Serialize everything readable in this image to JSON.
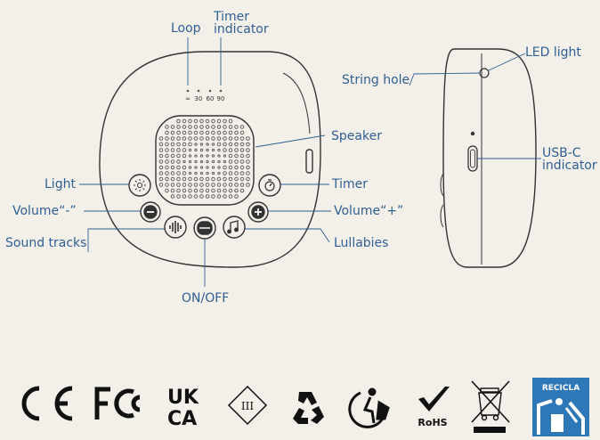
{
  "labels": {
    "loop": "Loop",
    "timer_indicator_1": "Timer",
    "timer_indicator_2": "indicator",
    "speaker": "Speaker",
    "light": "Light",
    "timer": "Timer",
    "volume_minus": "Volume“-”",
    "volume_plus": "Volume“+”",
    "sound_tracks": "Sound tracks",
    "lullabies": "Lullabies",
    "on_off": "ON/OFF",
    "string_hole": "String hole",
    "led_light": "LED light",
    "usbc_1": "USB-C",
    "usbc_2": "indicator"
  },
  "indicator_marks": {
    "loop": "∞",
    "t30": "30",
    "t60": "60",
    "t90": "90"
  },
  "certifications": {
    "ce": "CE",
    "fcc": "FC",
    "ukca_1": "UK",
    "ukca_2": "CA",
    "class2": "III",
    "rohs": "RoHS",
    "recicla": "RECICLA"
  },
  "colors": {
    "label": "#2f5f93",
    "line": "#2f5f93",
    "device": "#333333",
    "background": "#f3efe9",
    "recicla_bg": "#2f78b8"
  },
  "icons": [
    "light-icon",
    "timer-icon",
    "volume-minus-icon",
    "volume-plus-icon",
    "sound-tracks-icon",
    "power-icon",
    "lullabies-icon",
    "recycle-icon",
    "tidyman-icon",
    "rohs-check-icon",
    "wheelie-bin-crossed-icon",
    "recicla-icon"
  ]
}
